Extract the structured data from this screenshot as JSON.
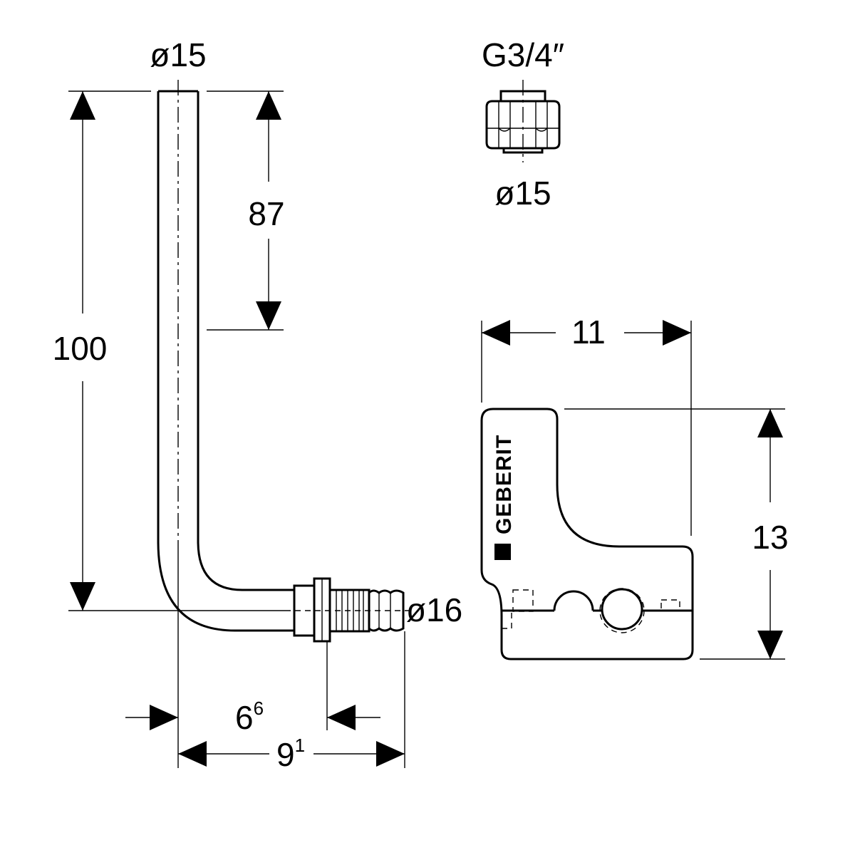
{
  "dimensions": {
    "pipe_diameter": "ø15",
    "height_total": "100",
    "height_upper": "87",
    "outlet_diameter": "ø16",
    "offset_inner": {
      "base": "6",
      "sup": "6"
    },
    "offset_outer": {
      "base": "9",
      "sup": "1"
    },
    "thread": "G3/4″",
    "nut_diameter": "ø15",
    "bracket_width": "11",
    "bracket_height": "13"
  },
  "bracket": {
    "brand": "GEBERIT"
  }
}
